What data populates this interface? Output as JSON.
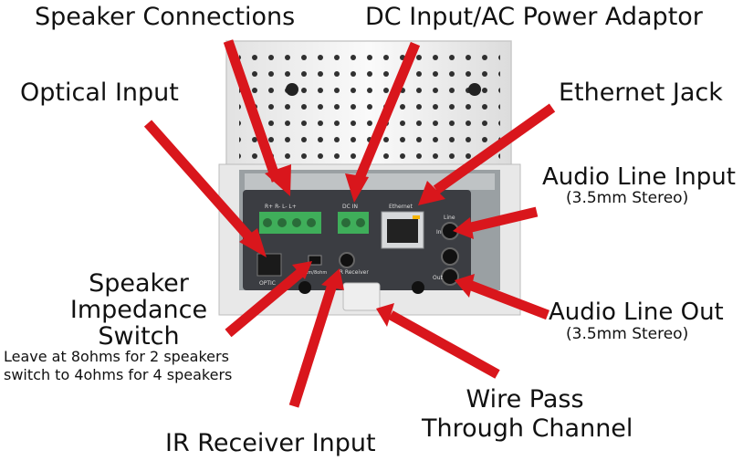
{
  "labels": {
    "speaker_connections": "Speaker Connections",
    "dc_input": "DC Input/AC Power Adaptor",
    "optical_input": "Optical Input",
    "ethernet_jack": "Ethernet Jack",
    "audio_line_input": "Audio Line Input",
    "audio_line_input_sub": "(3.5mm Stereo)",
    "speaker_impedance_1": "Speaker",
    "speaker_impedance_2": "Impedance",
    "speaker_impedance_3": "Switch",
    "impedance_note_1": "Leave at 8ohms for 2 speakers",
    "impedance_note_2": "switch to 4ohms for 4 speakers",
    "audio_line_out": "Audio Line Out",
    "audio_line_out_sub": "(3.5mm Stereo)",
    "wire_pass_1": "Wire Pass",
    "wire_pass_2": "Through Channel",
    "ir_receiver": "IR Receiver Input"
  },
  "panel_text": {
    "speaker_terms": "R+   R-   L-   L+",
    "dc_in": "DC IN",
    "ethernet": "Ethernet",
    "line": "Line",
    "in": "In",
    "out": "Out",
    "optic": "OPTIC",
    "ir_receiver_small": "IR Receiver",
    "ohms": "4ohm/8ohm"
  },
  "colors": {
    "arrow": "#d9161c",
    "terminal": "#3fae5a",
    "panel": "#3b3d42",
    "casing": "#f2f2f2"
  }
}
